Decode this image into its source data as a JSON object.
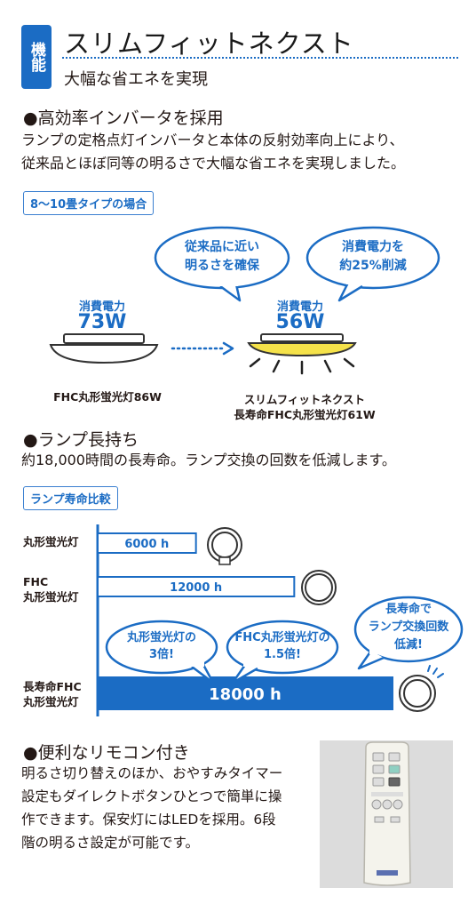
{
  "header": {
    "badge": "機能",
    "title": "スリムフィットネクスト",
    "subtitle": "大幅な省エネを実現"
  },
  "section1": {
    "heading": "●高効率インバータを採用",
    "body_lines": [
      "ランプの定格点灯インバータと本体の反射効率向上により、",
      "従来品とほぼ同等の明るさで大幅な省エネを実現しました。"
    ],
    "tag": "8〜10畳タイプの場合",
    "bubble_left": [
      "従来品に近い",
      "明るさを確保"
    ],
    "bubble_right": [
      "消費電力を",
      "約25%削減"
    ],
    "old_label": "消費電力",
    "old_value": "73W",
    "new_label": "消費電力",
    "new_value": "56W",
    "old_caption": "FHC丸形蛍光灯86W",
    "new_caption": [
      "スリムフィットネクスト",
      "長寿命FHC丸形蛍光灯61W"
    ]
  },
  "section2": {
    "heading": "●ランプ長持ち",
    "body": "約18,000時間の長寿命。ランプ交換の回数を低減します。",
    "tag": "ランプ寿命比較",
    "chart_data": {
      "type": "bar",
      "categories": [
        "丸形蛍光灯",
        "FHC 丸形蛍光灯",
        "長寿命FHC 丸形蛍光灯"
      ],
      "category_lines": [
        [
          "丸形蛍光灯"
        ],
        [
          "FHC",
          "丸形蛍光灯"
        ],
        [
          "長寿命FHC",
          "丸形蛍光灯"
        ]
      ],
      "values": [
        6000,
        12000,
        18000
      ],
      "value_labels": [
        "6000 h",
        "12000 h",
        "18000 h"
      ],
      "orientation": "horizontal"
    },
    "bubbles": [
      [
        "丸形蛍光灯の",
        "3倍!"
      ],
      [
        "FHC丸形蛍光灯の",
        "1.5倍!"
      ],
      [
        "長寿命で",
        "ランプ交換回数",
        "低減!"
      ]
    ]
  },
  "section3": {
    "heading": "●便利なリモコン付き",
    "body_lines": [
      "明るさ切り替えのほか、おやすみタイマー",
      "設定もダイレクトボタンひとつで簡単に操",
      "作できます。保安灯にはLEDを採用。6段",
      "階の明るさ設定が可能です。"
    ]
  },
  "colors": {
    "accent": "#1b6cc4",
    "bar_dark": "#1b6cc4",
    "glow": "#f5e24a"
  }
}
